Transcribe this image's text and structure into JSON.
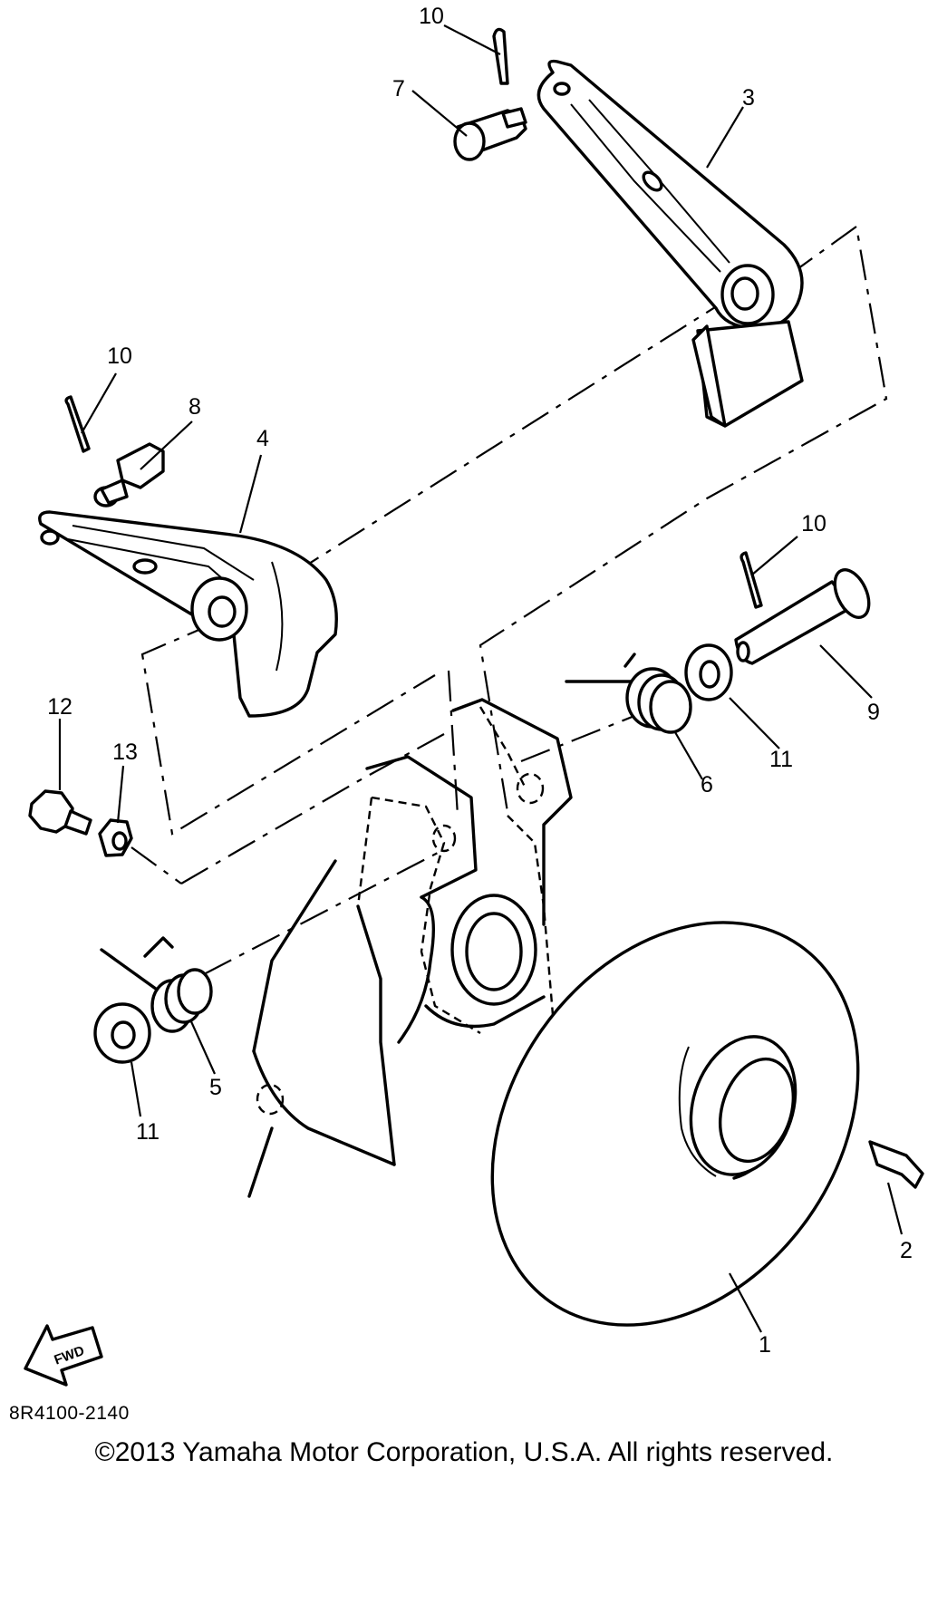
{
  "diagram": {
    "callouts": {
      "p1": "1",
      "p2": "2",
      "p3": "3",
      "p4": "4",
      "p5": "5",
      "p6": "6",
      "p7": "7",
      "p8": "8",
      "p9": "9",
      "p10a": "10",
      "p10b": "10",
      "p10c": "10",
      "p11a": "11",
      "p11b": "11",
      "p12": "12",
      "p13": "13"
    },
    "fwd_label": "FWD",
    "diagram_code": "8R4100-2140"
  },
  "footer": {
    "copyright": "©2013 Yamaha Motor Corporation, U.S.A. All rights reserved."
  }
}
